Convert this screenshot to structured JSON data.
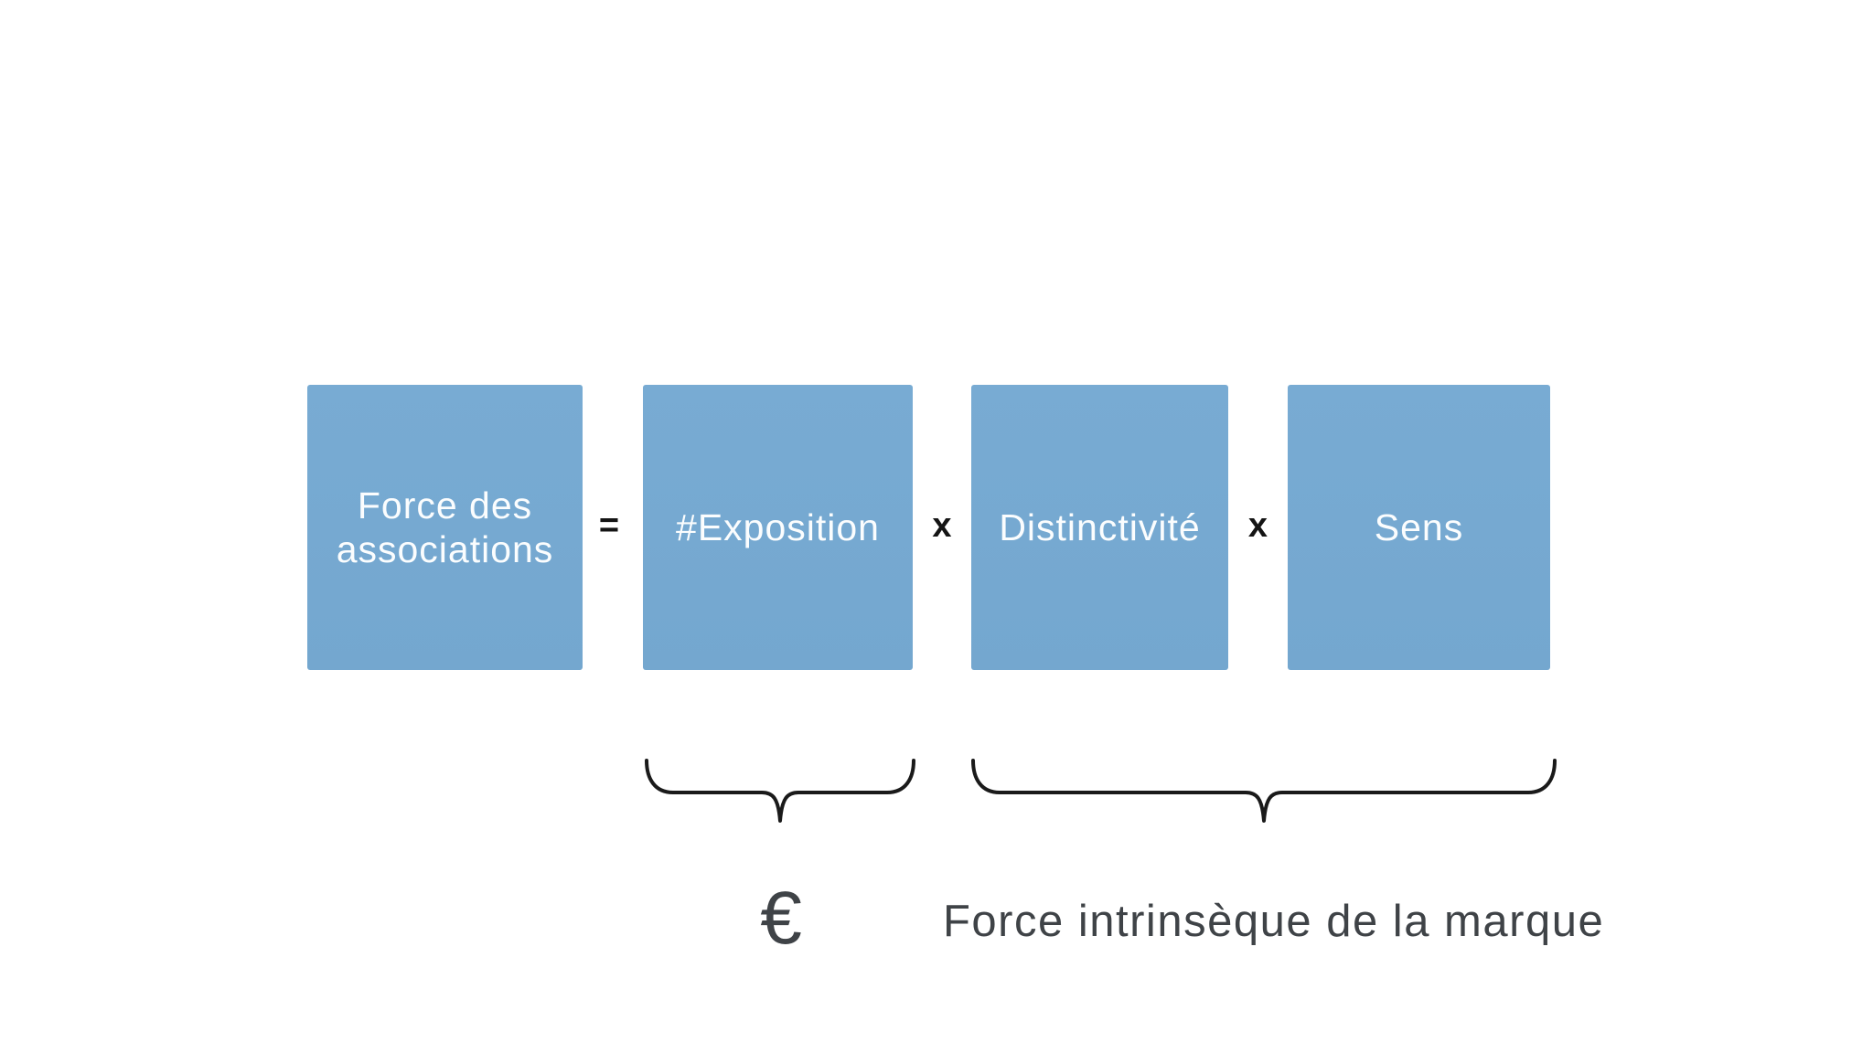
{
  "slide": {
    "boxes": [
      {
        "label": "Force des associations"
      },
      {
        "label": "#Exposition"
      },
      {
        "label": "Distinctivité"
      },
      {
        "label": "Sens"
      }
    ],
    "operators": {
      "equals": "=",
      "times1": "x",
      "times2": "x"
    },
    "underbrace_labels": {
      "exposition_value": "€",
      "intrinsic_value": "Force intrinsèque de la marque"
    },
    "colors": {
      "box_fill": "#76a9d1",
      "box_text": "#ffffff",
      "operator_text": "#141414",
      "brace_stroke": "#1a1a1a",
      "caption_text": "#3f4347",
      "background": "#ffffff"
    }
  }
}
